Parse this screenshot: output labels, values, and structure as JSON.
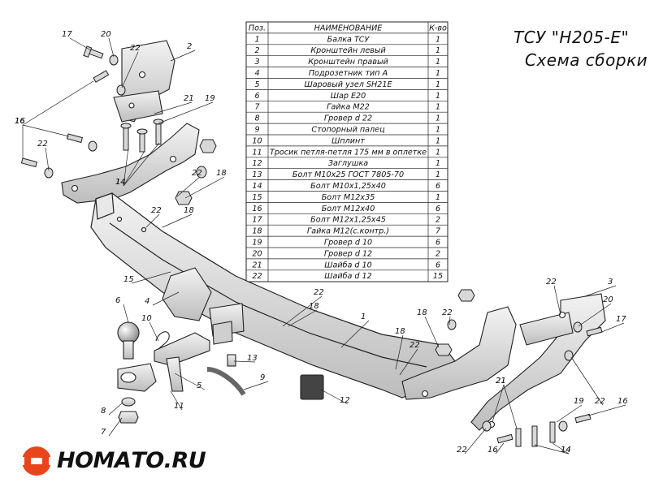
{
  "title": {
    "line1": "ТСУ \"H205-E\"",
    "line2": "Схема сборки"
  },
  "table": {
    "headers": [
      "Поз.",
      "НАИМЕНОВАНИЕ",
      "К-во"
    ],
    "rows": [
      [
        "1",
        "Балка ТСУ",
        "1"
      ],
      [
        "2",
        "Кронштейн левый",
        "1"
      ],
      [
        "3",
        "Кронштейн правый",
        "1"
      ],
      [
        "4",
        "Подрозетник тип А",
        "1"
      ],
      [
        "5",
        "Шаровый узел SH21E",
        "1"
      ],
      [
        "6",
        "Шар E20",
        "1"
      ],
      [
        "7",
        "Гайка М22",
        "1"
      ],
      [
        "8",
        "Гровер d 22",
        "1"
      ],
      [
        "9",
        "Стопорный палец",
        "1"
      ],
      [
        "10",
        "Шплинт",
        "1"
      ],
      [
        "11",
        "Тросик петля-петля 175 мм в оплетке",
        "1"
      ],
      [
        "12",
        "Заглушка",
        "1"
      ],
      [
        "13",
        "Болт М10х25 ГОСТ 7805-70",
        "1"
      ],
      [
        "14",
        "Болт М10х1,25х40",
        "6"
      ],
      [
        "15",
        "Болт М12х35",
        "1"
      ],
      [
        "16",
        "Болт М12х40",
        "6"
      ],
      [
        "17",
        "Болт М12х1,25х45",
        "2"
      ],
      [
        "18",
        "Гайка М12(с.контр.)",
        "7"
      ],
      [
        "19",
        "Гровер d 10",
        "6"
      ],
      [
        "20",
        "Гровер d 12",
        "2"
      ],
      [
        "21",
        "Шайба d 10",
        "6"
      ],
      [
        "22",
        "Шайба d 12",
        "15"
      ]
    ]
  },
  "callouts": [
    "1",
    "2",
    "3",
    "4",
    "5",
    "6",
    "7",
    "8",
    "9",
    "10",
    "11",
    "12",
    "13",
    "14",
    "15",
    "16",
    "17",
    "18",
    "19",
    "20",
    "21",
    "22"
  ],
  "logo": {
    "text": "НОМАТО.RU",
    "accent_color": "#e8451c"
  }
}
